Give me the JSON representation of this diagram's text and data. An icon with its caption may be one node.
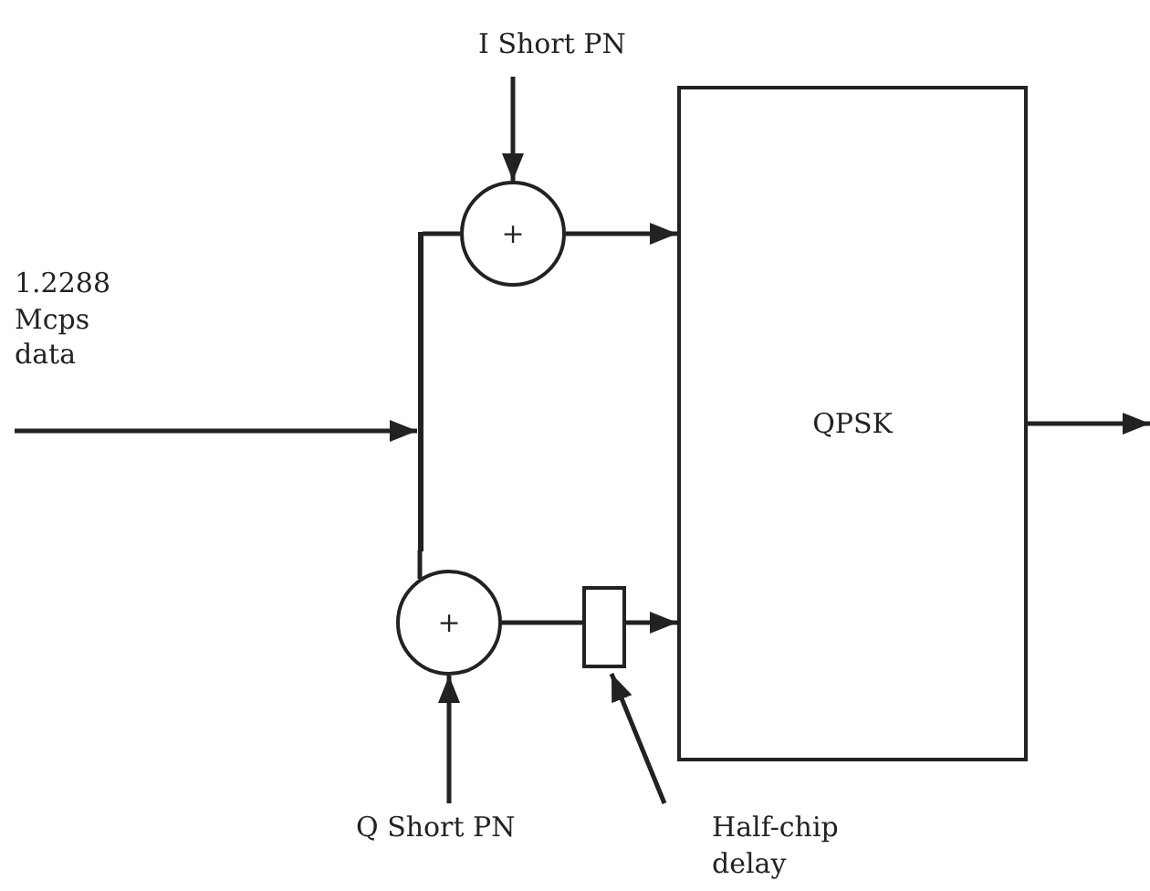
{
  "diagram": {
    "nodes": [
      {
        "text": [
          "I Short PN"
        ]
      },
      {
        "text": [
          "+"
        ]
      },
      {
        "text": [
          "1.2288 Mcps data"
        ]
      },
      {
        "text": [],
        "shape": "bar"
      },
      {
        "text": [
          "QPSK"
        ]
      },
      {
        "text": [
          "+"
        ]
      },
      {
        "text": [],
        "shape": "box"
      },
      {
        "text": [
          "Q Short PN"
        ]
      },
      {
        "text": [
          "Half-chip delay"
        ]
      }
    ],
    "edges": [
      {
        "from": 0,
        "to": 1,
        "arrow": "to"
      },
      {
        "from": 2,
        "to": 3,
        "arrow": "to"
      },
      {
        "from": 3,
        "to": 1,
        "arrow": "none"
      },
      {
        "from": 3,
        "to": 5,
        "arrow": "none"
      },
      {
        "from": 1,
        "to": 4,
        "arrow": "to"
      },
      {
        "from": 5,
        "to": 6,
        "arrow": "none"
      },
      {
        "from": 6,
        "to": 4,
        "arrow": "to"
      },
      {
        "from": 7,
        "to": 5,
        "arrow": "to"
      },
      {
        "from": 8,
        "to": 6,
        "arrow": "to"
      },
      {
        "from": 4,
        "to": null,
        "arrow": "to"
      }
    ]
  }
}
